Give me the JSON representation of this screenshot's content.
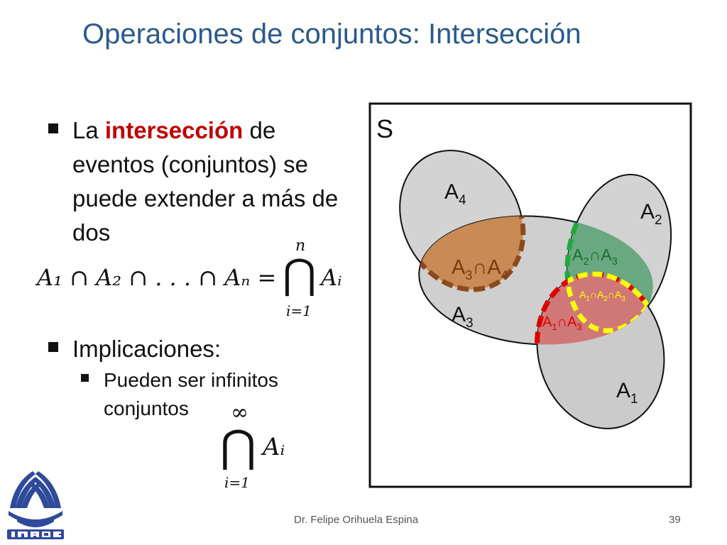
{
  "slide": {
    "title": "Operaciones de conjuntos: Intersección",
    "bullet1": {
      "before": "La ",
      "highlight": "intersección",
      "after": " de eventos (conjuntos) se puede extender a más de dos"
    },
    "bullet2": "Implicaciones:",
    "subbullet": "Pueden ser infinitos conjuntos",
    "formula1": {
      "lhs": "A₁ ∩ A₂ ∩ . . . ∩ Aₙ =",
      "cap": "⋂",
      "upper": "n",
      "lower": "i=1",
      "term": "Aᵢ"
    },
    "formula2": {
      "cap": "⋂",
      "upper": "∞",
      "lower": "i=1",
      "term": "Aᵢ"
    },
    "footer_author": "Dr. Felipe Orihuela Espina",
    "page_number": "39"
  },
  "venn": {
    "universe": "S",
    "sets": {
      "A1": {
        "base": "A",
        "sub": "1"
      },
      "A2": {
        "base": "A",
        "sub": "2"
      },
      "A3": {
        "base": "A",
        "sub": "3"
      },
      "A4": {
        "base": "A",
        "sub": "4"
      }
    },
    "intersections": {
      "A3A4": {
        "p1": "A",
        "s1": "3",
        "p2": "∩A",
        "s2": "4"
      },
      "A2A3": {
        "p1": "A",
        "s1": "2",
        "p2": "∩A",
        "s2": "3"
      },
      "A1A2A3": {
        "p1": "A",
        "s1": "1",
        "p2": "∩A",
        "s2": "2",
        "p3": "∩A",
        "s3": "3"
      },
      "A1A3": {
        "p1": "A",
        "s1": "1",
        "p2": "∩A",
        "s2": "3"
      }
    },
    "colors": {
      "set_fill": "#d0d0d0",
      "A3A4_fill": "#c98a55",
      "A3A4_stroke": "#8b4a1e",
      "A2A3_fill": "#6aa882",
      "A2A3_stroke": "#1faa3c",
      "A1A3_fill": "#d07878",
      "A1A3_stroke": "#dd0000",
      "A1A2A3_fill": "#8a9a45",
      "A1A2A3_stroke": "#ffff00",
      "triple_label": "#ffff00",
      "pair13_label": "#dd0000"
    }
  }
}
